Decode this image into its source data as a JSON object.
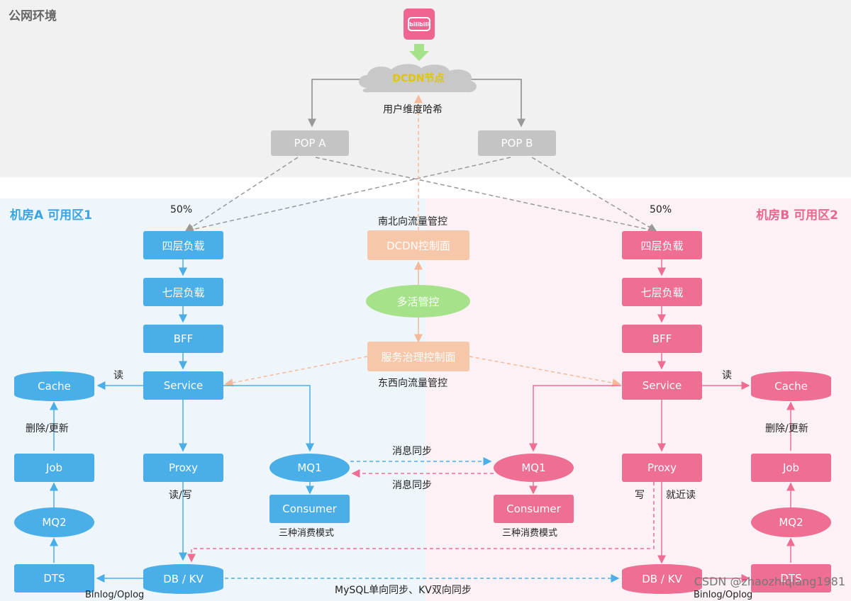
{
  "zones": {
    "public": "公网环境",
    "room_a": "机房A 可用区1",
    "room_b": "机房B 可用区2"
  },
  "logo_text": "bilibili",
  "cloud": "DCDN节点",
  "hash_label": "用户维度哈希",
  "pop_a": "POP A",
  "pop_b": "POP B",
  "pct_a": "50%",
  "pct_b": "50%",
  "north_south": "南北向流量管控",
  "dcdn_control": "DCDN控制面",
  "multi_active": "多活管控",
  "service_control": "服务治理控制面",
  "east_west": "东西向流量管控",
  "room_a": {
    "l4": "四层负载",
    "l7": "七层负载",
    "bff": "BFF",
    "service": "Service",
    "cache": "Cache",
    "read": "读",
    "delete_update": "删除/更新",
    "job": "Job",
    "mq2": "MQ2",
    "dts": "DTS",
    "proxy": "Proxy",
    "read_write": "读/写",
    "db": "DB / KV",
    "binlog": "Binlog/Oplog",
    "mq1": "MQ1",
    "consumer": "Consumer",
    "consume_modes": "三种消费模式"
  },
  "room_b": {
    "l4": "四层负载",
    "l7": "七层负载",
    "bff": "BFF",
    "service": "Service",
    "cache": "Cache",
    "read": "读",
    "delete_update": "删除/更新",
    "job": "Job",
    "mq2": "MQ2",
    "dts": "DTS",
    "proxy": "Proxy",
    "write": "写",
    "nearby_read": "就近读",
    "db": "DB / KV",
    "binlog": "Binlog/Oplog",
    "mq1": "MQ1",
    "consumer": "Consumer",
    "consume_modes": "三种消费模式"
  },
  "msg_sync_top": "消息同步",
  "msg_sync_bottom": "消息同步",
  "db_sync": "MySQL单向同步、KV双向同步",
  "watermark": "CSDN @zhaozhiqiang1981",
  "colors": {
    "blue": "#4aaee8",
    "pink": "#ee6e94",
    "peach": "#f7c7aa",
    "green": "#a6e28a",
    "grey": "#c4c4c4"
  }
}
